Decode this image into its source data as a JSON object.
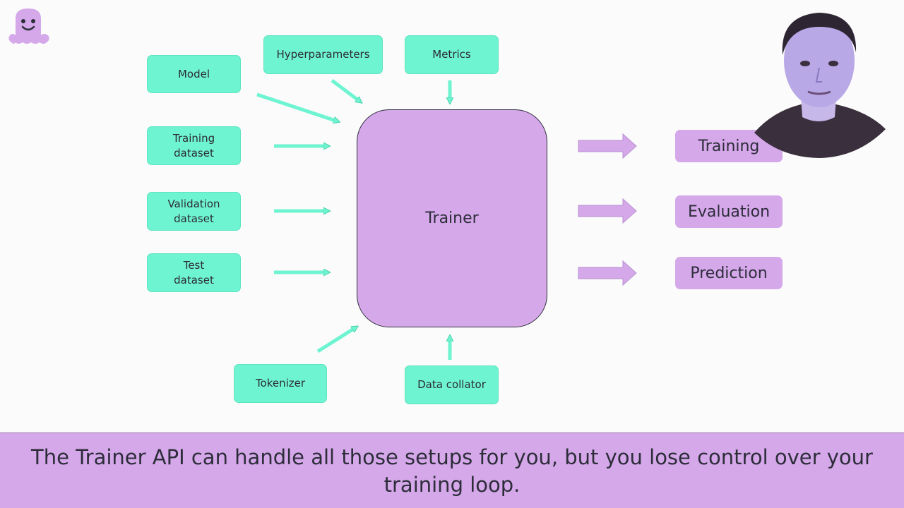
{
  "colors": {
    "input_box": "#6ff4d2",
    "output_box": "#d5a8ea",
    "trainer_box": "#d5a8ea",
    "caption_bg": "#d5a8ea"
  },
  "logo": {
    "icon": "hugging-face-logo"
  },
  "presenter": {
    "icon": "presenter-video-overlay"
  },
  "diagram": {
    "inputs": {
      "hyperparameters": "Hyperparameters",
      "metrics": "Metrics",
      "model": "Model",
      "training_dataset": "Training\ndataset",
      "validation_dataset": "Validation\ndataset",
      "test_dataset": "Test\ndataset",
      "tokenizer": "Tokenizer",
      "data_collator": "Data collator"
    },
    "center": "Trainer",
    "outputs": {
      "training": "Training",
      "evaluation": "Evaluation",
      "prediction": "Prediction"
    }
  },
  "caption": "The Trainer API can handle all those setups for you, but you lose control over your training loop."
}
